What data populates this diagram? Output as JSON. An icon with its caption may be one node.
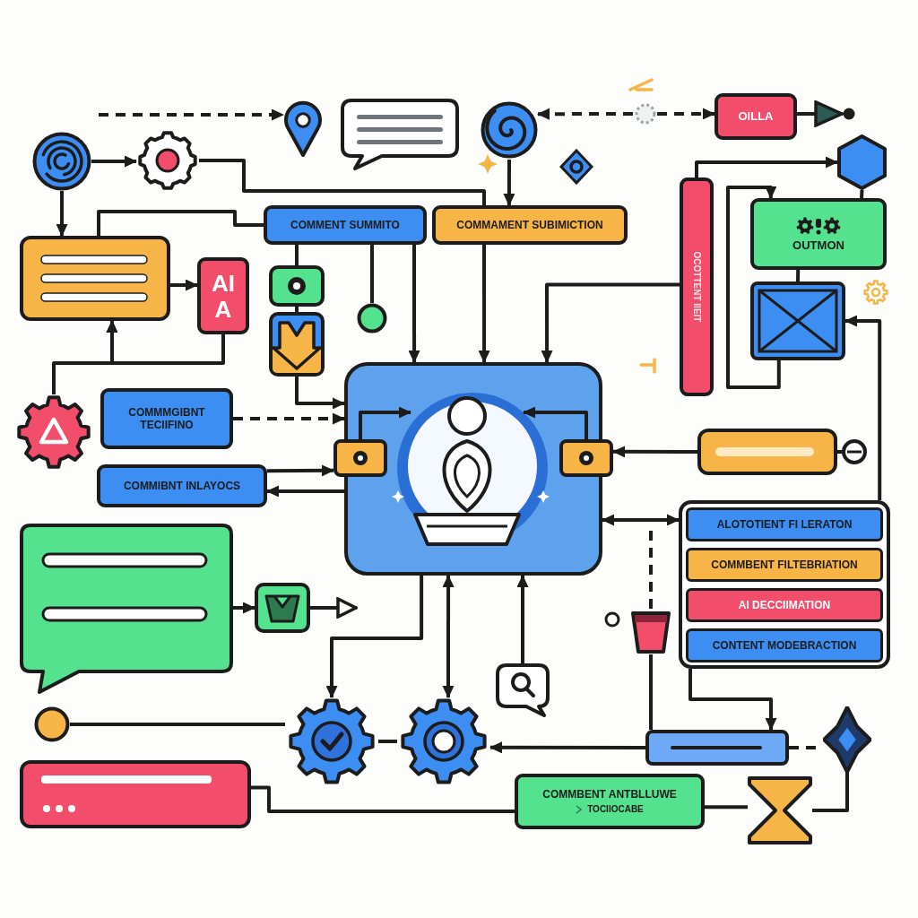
{
  "diagram": {
    "nodes": [
      {
        "text": [],
        "shape": "circle"
      },
      {
        "text": [],
        "shape": "gear"
      },
      {
        "text": [],
        "shape": "pin"
      },
      {
        "text": [],
        "shape": "bubble"
      },
      {
        "text": [],
        "shape": "circle"
      },
      {
        "text": [
          "OILLA"
        ]
      },
      {
        "text": [],
        "shape": "hexagon"
      },
      {
        "text": [],
        "shape": "box"
      },
      {
        "text": [
          "AI",
          "A"
        ]
      },
      {
        "text": [
          "COMMENT SUMMITO"
        ]
      },
      {
        "text": [
          "COMMAMENT SUBIMICTION"
        ]
      },
      {
        "text": [],
        "shape": "box"
      },
      {
        "text": [],
        "shape": "box"
      },
      {
        "text": [],
        "shape": "circle"
      },
      {
        "text": [
          "OCOTTENT IIEIT"
        ]
      },
      {
        "text": [
          "OUTMON"
        ]
      },
      {
        "text": [],
        "shape": "box"
      },
      {
        "text": [],
        "shape": "gear"
      },
      {
        "text": [
          "COMMMGIBNT TECIIFINO"
        ]
      },
      {
        "text": [
          "COMMIBNT INLAYOCS"
        ]
      },
      {
        "text": [],
        "shape": "box"
      },
      {
        "text": [],
        "shape": "person",
        "in": 20
      },
      {
        "text": [],
        "shape": "box"
      },
      {
        "text": [],
        "shape": "box"
      },
      {
        "text": [],
        "shape": "bar"
      },
      {
        "text": [],
        "shape": "box"
      },
      {
        "text": [
          "ALOTOTIENT FI LERATON"
        ],
        "in": 25
      },
      {
        "text": [
          "COMMBENT FILTEBRIATION"
        ],
        "in": 25
      },
      {
        "text": [
          "AI DECCIIMATION"
        ],
        "in": 25
      },
      {
        "text": [
          "CONTENT MODEBRACTION"
        ],
        "in": 25
      },
      {
        "text": [],
        "shape": "bubble"
      },
      {
        "text": [],
        "shape": "box"
      },
      {
        "text": [],
        "shape": "bubble"
      },
      {
        "text": [],
        "shape": "circle"
      },
      {
        "text": [],
        "shape": "box"
      },
      {
        "text": [],
        "shape": "gear"
      },
      {
        "text": [],
        "shape": "gear"
      },
      {
        "text": [],
        "shape": "box"
      },
      {
        "text": [],
        "shape": "diamond"
      },
      {
        "text": [
          "COMMBENT ANTBLLUWE",
          "TOCIIOCABE"
        ]
      },
      {
        "text": [],
        "shape": "hourglass"
      },
      {
        "text": [],
        "shape": "cup"
      },
      {
        "text": [],
        "shape": "circle"
      }
    ],
    "edges": [
      {
        "from": 0,
        "to": 1,
        "arrow": "to"
      },
      {
        "from": null,
        "to": 2,
        "arrow": "to",
        "style": "dashed"
      },
      {
        "from": 0,
        "to": 7,
        "arrow": "to"
      },
      {
        "from": 1,
        "to": 10,
        "arrow": "none"
      },
      {
        "from": 4,
        "to": 10,
        "arrow": "to"
      },
      {
        "from": 4,
        "to": 5,
        "arrow": "both",
        "style": "dashed"
      },
      {
        "from": 5,
        "to": 42,
        "arrow": "to"
      },
      {
        "from": 14,
        "to": 6,
        "arrow": "to"
      },
      {
        "from": 6,
        "to": 15,
        "arrow": "none"
      },
      {
        "from": 16,
        "to": 15,
        "arrow": "to"
      },
      {
        "from": 15,
        "to": 16,
        "arrow": "none"
      },
      {
        "from": 25,
        "to": 16,
        "arrow": "to"
      },
      {
        "from": 24,
        "to": 23,
        "arrow": "to"
      },
      {
        "from": 20,
        "to": 25,
        "arrow": "both"
      },
      {
        "from": 14,
        "to": 20,
        "arrow": "to"
      },
      {
        "from": 10,
        "to": 20,
        "arrow": "to"
      },
      {
        "from": 9,
        "to": 20,
        "arrow": "to"
      },
      {
        "from": 9,
        "to": 11,
        "arrow": "none"
      },
      {
        "from": 11,
        "to": 12,
        "arrow": "none"
      },
      {
        "from": 12,
        "to": 20,
        "arrow": "to"
      },
      {
        "from": 9,
        "to": 13,
        "arrow": "none"
      },
      {
        "from": 7,
        "to": 8,
        "arrow": "to"
      },
      {
        "from": 8,
        "to": 7,
        "arrow": "to"
      },
      {
        "from": 7,
        "to": 9,
        "arrow": "none"
      },
      {
        "from": 17,
        "to": 7,
        "arrow": "to"
      },
      {
        "from": 18,
        "to": 20,
        "arrow": "to",
        "style": "dashed"
      },
      {
        "from": 20,
        "to": 19,
        "arrow": "to"
      },
      {
        "from": 19,
        "to": 22,
        "arrow": "to"
      },
      {
        "from": 22,
        "to": 21,
        "arrow": "to"
      },
      {
        "from": 23,
        "to": 21,
        "arrow": "to"
      },
      {
        "from": 20,
        "to": 35,
        "arrow": "to"
      },
      {
        "from": 20,
        "to": 36,
        "arrow": "both"
      },
      {
        "from": 32,
        "to": 20,
        "arrow": "to"
      },
      {
        "from": 37,
        "to": 36,
        "arrow": "to"
      },
      {
        "from": 35,
        "to": 36,
        "arrow": "none"
      },
      {
        "from": 33,
        "to": 35,
        "arrow": "none"
      },
      {
        "from": 30,
        "to": 31,
        "arrow": "to"
      },
      {
        "from": 31,
        "to": null,
        "arrow": "to"
      },
      {
        "from": 34,
        "to": 39,
        "arrow": "none"
      },
      {
        "from": 39,
        "to": 40,
        "arrow": "none"
      },
      {
        "from": 37,
        "to": 38,
        "arrow": "none",
        "style": "dashed"
      },
      {
        "from": 38,
        "to": 40,
        "arrow": "none"
      },
      {
        "from": 25,
        "to": 37,
        "arrow": "to"
      },
      {
        "from": 41,
        "to": 37,
        "arrow": "none"
      },
      {
        "from": null,
        "to": 41,
        "arrow": "none",
        "style": "dashed"
      }
    ]
  }
}
